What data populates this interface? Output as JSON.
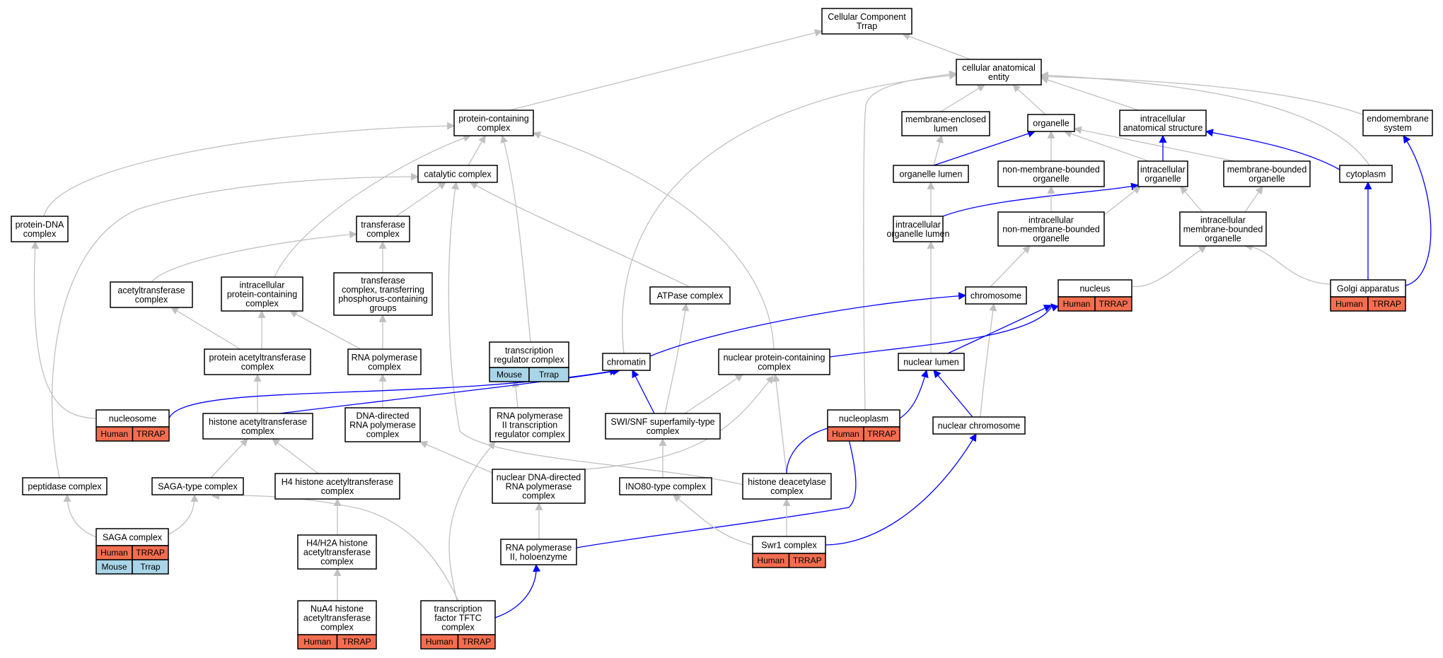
{
  "diagram": {
    "colors": {
      "is_a_edge": "#c0c0c0",
      "part_of_edge": "#0000ff",
      "human_badge": "#f36d50",
      "mouse_badge": "#a9d5e8",
      "node_fill": "#ffffff",
      "node_border": "#000000"
    },
    "nodes": [
      {
        "id": "root",
        "lines": [
          "Cellular Component",
          "Trrap"
        ]
      },
      {
        "id": "cae",
        "lines": [
          "cellular anatomical",
          "entity"
        ]
      },
      {
        "id": "pcc",
        "lines": [
          "protein-containing",
          "complex"
        ]
      },
      {
        "id": "mel",
        "lines": [
          "membrane-enclosed",
          "lumen"
        ]
      },
      {
        "id": "organelle",
        "lines": [
          "organelle"
        ]
      },
      {
        "id": "ias",
        "lines": [
          "intracellular",
          "anatomical structure"
        ]
      },
      {
        "id": "endo",
        "lines": [
          "endomembrane",
          "system"
        ]
      },
      {
        "id": "catalytic",
        "lines": [
          "catalytic complex"
        ]
      },
      {
        "id": "orglumen",
        "lines": [
          "organelle lumen"
        ]
      },
      {
        "id": "nmbo",
        "lines": [
          "non-membrane-bounded",
          "organelle"
        ]
      },
      {
        "id": "intorg",
        "lines": [
          "intracellular",
          "organelle"
        ]
      },
      {
        "id": "mbo",
        "lines": [
          "membrane-bounded",
          "organelle"
        ]
      },
      {
        "id": "cytoplasm",
        "lines": [
          "cytoplasm"
        ]
      },
      {
        "id": "pdna",
        "lines": [
          "protein-DNA",
          "complex"
        ]
      },
      {
        "id": "transferase",
        "lines": [
          "transferase",
          "complex"
        ]
      },
      {
        "id": "iol",
        "lines": [
          "intracellular",
          "organelle lumen"
        ]
      },
      {
        "id": "inmbo",
        "lines": [
          "intracellular",
          "non-membrane-bounded",
          "organelle"
        ]
      },
      {
        "id": "imbo",
        "lines": [
          "intracellular",
          "membrane-bounded",
          "organelle"
        ]
      },
      {
        "id": "acetyl",
        "lines": [
          "acetyltransferase",
          "complex"
        ]
      },
      {
        "id": "ipcc",
        "lines": [
          "intracellular",
          "protein-containing",
          "complex"
        ]
      },
      {
        "id": "tctp",
        "lines": [
          "transferase",
          "complex, transferring",
          "phosphorus-containing",
          "groups"
        ]
      },
      {
        "id": "atpase",
        "lines": [
          "ATPase complex"
        ]
      },
      {
        "id": "chromosome",
        "lines": [
          "chromosome"
        ]
      },
      {
        "id": "nucleus",
        "lines": [
          "nucleus"
        ],
        "badges": [
          [
            "Human",
            "TRRAP"
          ]
        ]
      },
      {
        "id": "golgi",
        "lines": [
          "Golgi apparatus"
        ],
        "badges": [
          [
            "Human",
            "TRRAP"
          ]
        ]
      },
      {
        "id": "pat",
        "lines": [
          "protein acetyltransferase",
          "complex"
        ]
      },
      {
        "id": "rnapol",
        "lines": [
          "RNA polymerase",
          "complex"
        ]
      },
      {
        "id": "trc",
        "lines": [
          "transcription",
          "regulator complex"
        ],
        "badges": [
          [
            "Mouse",
            "Trrap"
          ]
        ]
      },
      {
        "id": "chromatin",
        "lines": [
          "chromatin"
        ]
      },
      {
        "id": "npcc",
        "lines": [
          "nuclear protein-containing",
          "complex"
        ]
      },
      {
        "id": "nlumen",
        "lines": [
          "nuclear lumen"
        ]
      },
      {
        "id": "nucleosome",
        "lines": [
          "nucleosome"
        ],
        "badges": [
          [
            "Human",
            "TRRAP"
          ]
        ]
      },
      {
        "id": "hat",
        "lines": [
          "histone acetyltransferase",
          "complex"
        ]
      },
      {
        "id": "ddrnap",
        "lines": [
          "DNA-directed",
          "RNA polymerase",
          "complex"
        ]
      },
      {
        "id": "rnap2trc",
        "lines": [
          "RNA polymerase",
          "II transcription",
          "regulator complex"
        ]
      },
      {
        "id": "swisnf",
        "lines": [
          "SWI/SNF superfamily-type",
          "complex"
        ]
      },
      {
        "id": "nucleoplasm",
        "lines": [
          "nucleoplasm"
        ],
        "badges": [
          [
            "Human",
            "TRRAP"
          ]
        ]
      },
      {
        "id": "nchrom",
        "lines": [
          "nuclear chromosome"
        ]
      },
      {
        "id": "peptidase",
        "lines": [
          "peptidase complex"
        ]
      },
      {
        "id": "saga_type",
        "lines": [
          "SAGA-type complex"
        ]
      },
      {
        "id": "h4hat",
        "lines": [
          "H4 histone acetyltransferase",
          "complex"
        ]
      },
      {
        "id": "nddrnap",
        "lines": [
          "nuclear DNA-directed",
          "RNA polymerase",
          "complex"
        ]
      },
      {
        "id": "ino80",
        "lines": [
          "INO80-type complex"
        ]
      },
      {
        "id": "hdac",
        "lines": [
          "histone deacetylase",
          "complex"
        ]
      },
      {
        "id": "saga",
        "lines": [
          "SAGA complex"
        ],
        "badges": [
          [
            "Human",
            "TRRAP"
          ],
          [
            "Mouse",
            "Trrap"
          ]
        ]
      },
      {
        "id": "h4h2a",
        "lines": [
          "H4/H2A histone",
          "acetyltransferase",
          "complex"
        ]
      },
      {
        "id": "rnap2holo",
        "lines": [
          "RNA polymerase",
          "II, holoenzyme"
        ]
      },
      {
        "id": "swr1",
        "lines": [
          "Swr1 complex"
        ],
        "badges": [
          [
            "Human",
            "TRRAP"
          ]
        ]
      },
      {
        "id": "nua4",
        "lines": [
          "NuA4 histone",
          "acetyltransferase",
          "complex"
        ],
        "badges": [
          [
            "Human",
            "TRRAP"
          ]
        ]
      },
      {
        "id": "tftc",
        "lines": [
          "transcription",
          "factor TFTC",
          "complex"
        ],
        "badges": [
          [
            "Human",
            "TRRAP"
          ]
        ]
      }
    ],
    "edges": [
      {
        "from": "cae",
        "to": "root",
        "type": "is_a"
      },
      {
        "from": "pcc",
        "to": "root",
        "type": "is_a"
      },
      {
        "from": "mel",
        "to": "cae",
        "type": "is_a"
      },
      {
        "from": "organelle",
        "to": "cae",
        "type": "is_a"
      },
      {
        "from": "ias",
        "to": "cae",
        "type": "is_a"
      },
      {
        "from": "endo",
        "to": "cae",
        "type": "is_a"
      },
      {
        "from": "cytoplasm",
        "to": "cae",
        "type": "is_a"
      },
      {
        "from": "chromatin",
        "to": "cae",
        "type": "is_a"
      },
      {
        "from": "nucleoplasm",
        "to": "cae",
        "type": "is_a"
      },
      {
        "from": "catalytic",
        "to": "pcc",
        "type": "is_a"
      },
      {
        "from": "pdna",
        "to": "pcc",
        "type": "is_a"
      },
      {
        "from": "ipcc",
        "to": "pcc",
        "type": "is_a"
      },
      {
        "from": "trc",
        "to": "pcc",
        "type": "is_a"
      },
      {
        "from": "npcc",
        "to": "pcc",
        "type": "is_a"
      },
      {
        "from": "orglumen",
        "to": "mel",
        "type": "is_a"
      },
      {
        "from": "orglumen",
        "to": "organelle",
        "type": "part_of"
      },
      {
        "from": "nmbo",
        "to": "organelle",
        "type": "is_a"
      },
      {
        "from": "intorg",
        "to": "organelle",
        "type": "is_a"
      },
      {
        "from": "mbo",
        "to": "organelle",
        "type": "is_a"
      },
      {
        "from": "intorg",
        "to": "ias",
        "type": "part_of"
      },
      {
        "from": "cytoplasm",
        "to": "ias",
        "type": "part_of"
      },
      {
        "from": "golgi",
        "to": "endo",
        "type": "part_of"
      },
      {
        "from": "transferase",
        "to": "catalytic",
        "type": "is_a"
      },
      {
        "from": "atpase",
        "to": "catalytic",
        "type": "is_a"
      },
      {
        "from": "peptidase",
        "to": "catalytic",
        "type": "is_a"
      },
      {
        "from": "hdac",
        "to": "catalytic",
        "type": "is_a"
      },
      {
        "from": "iol",
        "to": "orglumen",
        "type": "is_a"
      },
      {
        "from": "iol",
        "to": "intorg",
        "type": "part_of"
      },
      {
        "from": "inmbo",
        "to": "nmbo",
        "type": "is_a"
      },
      {
        "from": "inmbo",
        "to": "intorg",
        "type": "is_a"
      },
      {
        "from": "imbo",
        "to": "intorg",
        "type": "is_a"
      },
      {
        "from": "imbo",
        "to": "mbo",
        "type": "is_a"
      },
      {
        "from": "golgi",
        "to": "cytoplasm",
        "type": "part_of"
      },
      {
        "from": "nucleosome",
        "to": "pdna",
        "type": "is_a"
      },
      {
        "from": "acetyl",
        "to": "transferase",
        "type": "is_a"
      },
      {
        "from": "tctp",
        "to": "transferase",
        "type": "is_a"
      },
      {
        "from": "nlumen",
        "to": "iol",
        "type": "is_a"
      },
      {
        "from": "chromosome",
        "to": "inmbo",
        "type": "is_a"
      },
      {
        "from": "nucleus",
        "to": "imbo",
        "type": "is_a"
      },
      {
        "from": "golgi",
        "to": "imbo",
        "type": "is_a"
      },
      {
        "from": "pat",
        "to": "acetyl",
        "type": "is_a"
      },
      {
        "from": "pat",
        "to": "ipcc",
        "type": "is_a"
      },
      {
        "from": "rnapol",
        "to": "ipcc",
        "type": "is_a"
      },
      {
        "from": "rnapol",
        "to": "tctp",
        "type": "is_a"
      },
      {
        "from": "swisnf",
        "to": "atpase",
        "type": "is_a"
      },
      {
        "from": "chromatin",
        "to": "chromosome",
        "type": "part_of"
      },
      {
        "from": "nchrom",
        "to": "chromosome",
        "type": "is_a"
      },
      {
        "from": "npcc",
        "to": "nucleus",
        "type": "part_of"
      },
      {
        "from": "nlumen",
        "to": "nucleus",
        "type": "part_of"
      },
      {
        "from": "hat",
        "to": "pat",
        "type": "is_a"
      },
      {
        "from": "ddrnap",
        "to": "rnapol",
        "type": "is_a"
      },
      {
        "from": "rnap2trc",
        "to": "trc",
        "type": "is_a"
      },
      {
        "from": "nucleosome",
        "to": "chromatin",
        "type": "part_of"
      },
      {
        "from": "hat",
        "to": "chromatin",
        "type": "part_of"
      },
      {
        "from": "swisnf",
        "to": "chromatin",
        "type": "part_of"
      },
      {
        "from": "swisnf",
        "to": "npcc",
        "type": "is_a"
      },
      {
        "from": "hdac",
        "to": "npcc",
        "type": "is_a"
      },
      {
        "from": "nddrnap",
        "to": "npcc",
        "type": "is_a"
      },
      {
        "from": "nucleoplasm",
        "to": "nlumen",
        "type": "part_of"
      },
      {
        "from": "nchrom",
        "to": "nlumen",
        "type": "part_of"
      },
      {
        "from": "saga_type",
        "to": "hat",
        "type": "is_a"
      },
      {
        "from": "h4hat",
        "to": "hat",
        "type": "is_a"
      },
      {
        "from": "nddrnap",
        "to": "ddrnap",
        "type": "is_a"
      },
      {
        "from": "tftc",
        "to": "rnap2trc",
        "type": "is_a"
      },
      {
        "from": "ino80",
        "to": "swisnf",
        "type": "is_a"
      },
      {
        "from": "hdac",
        "to": "nucleoplasm",
        "type": "part_of"
      },
      {
        "from": "rnap2holo",
        "to": "nucleoplasm",
        "type": "part_of"
      },
      {
        "from": "swr1",
        "to": "nchrom",
        "type": "part_of"
      },
      {
        "from": "saga",
        "to": "peptidase",
        "type": "is_a"
      },
      {
        "from": "saga",
        "to": "saga_type",
        "type": "is_a"
      },
      {
        "from": "tftc",
        "to": "saga_type",
        "type": "is_a"
      },
      {
        "from": "h4h2a",
        "to": "h4hat",
        "type": "is_a"
      },
      {
        "from": "rnap2holo",
        "to": "nddrnap",
        "type": "is_a"
      },
      {
        "from": "swr1",
        "to": "ino80",
        "type": "is_a"
      },
      {
        "from": "swr1",
        "to": "hdac",
        "type": "is_a"
      },
      {
        "from": "nua4",
        "to": "h4h2a",
        "type": "is_a"
      },
      {
        "from": "tftc",
        "to": "rnap2holo",
        "type": "part_of"
      }
    ]
  }
}
